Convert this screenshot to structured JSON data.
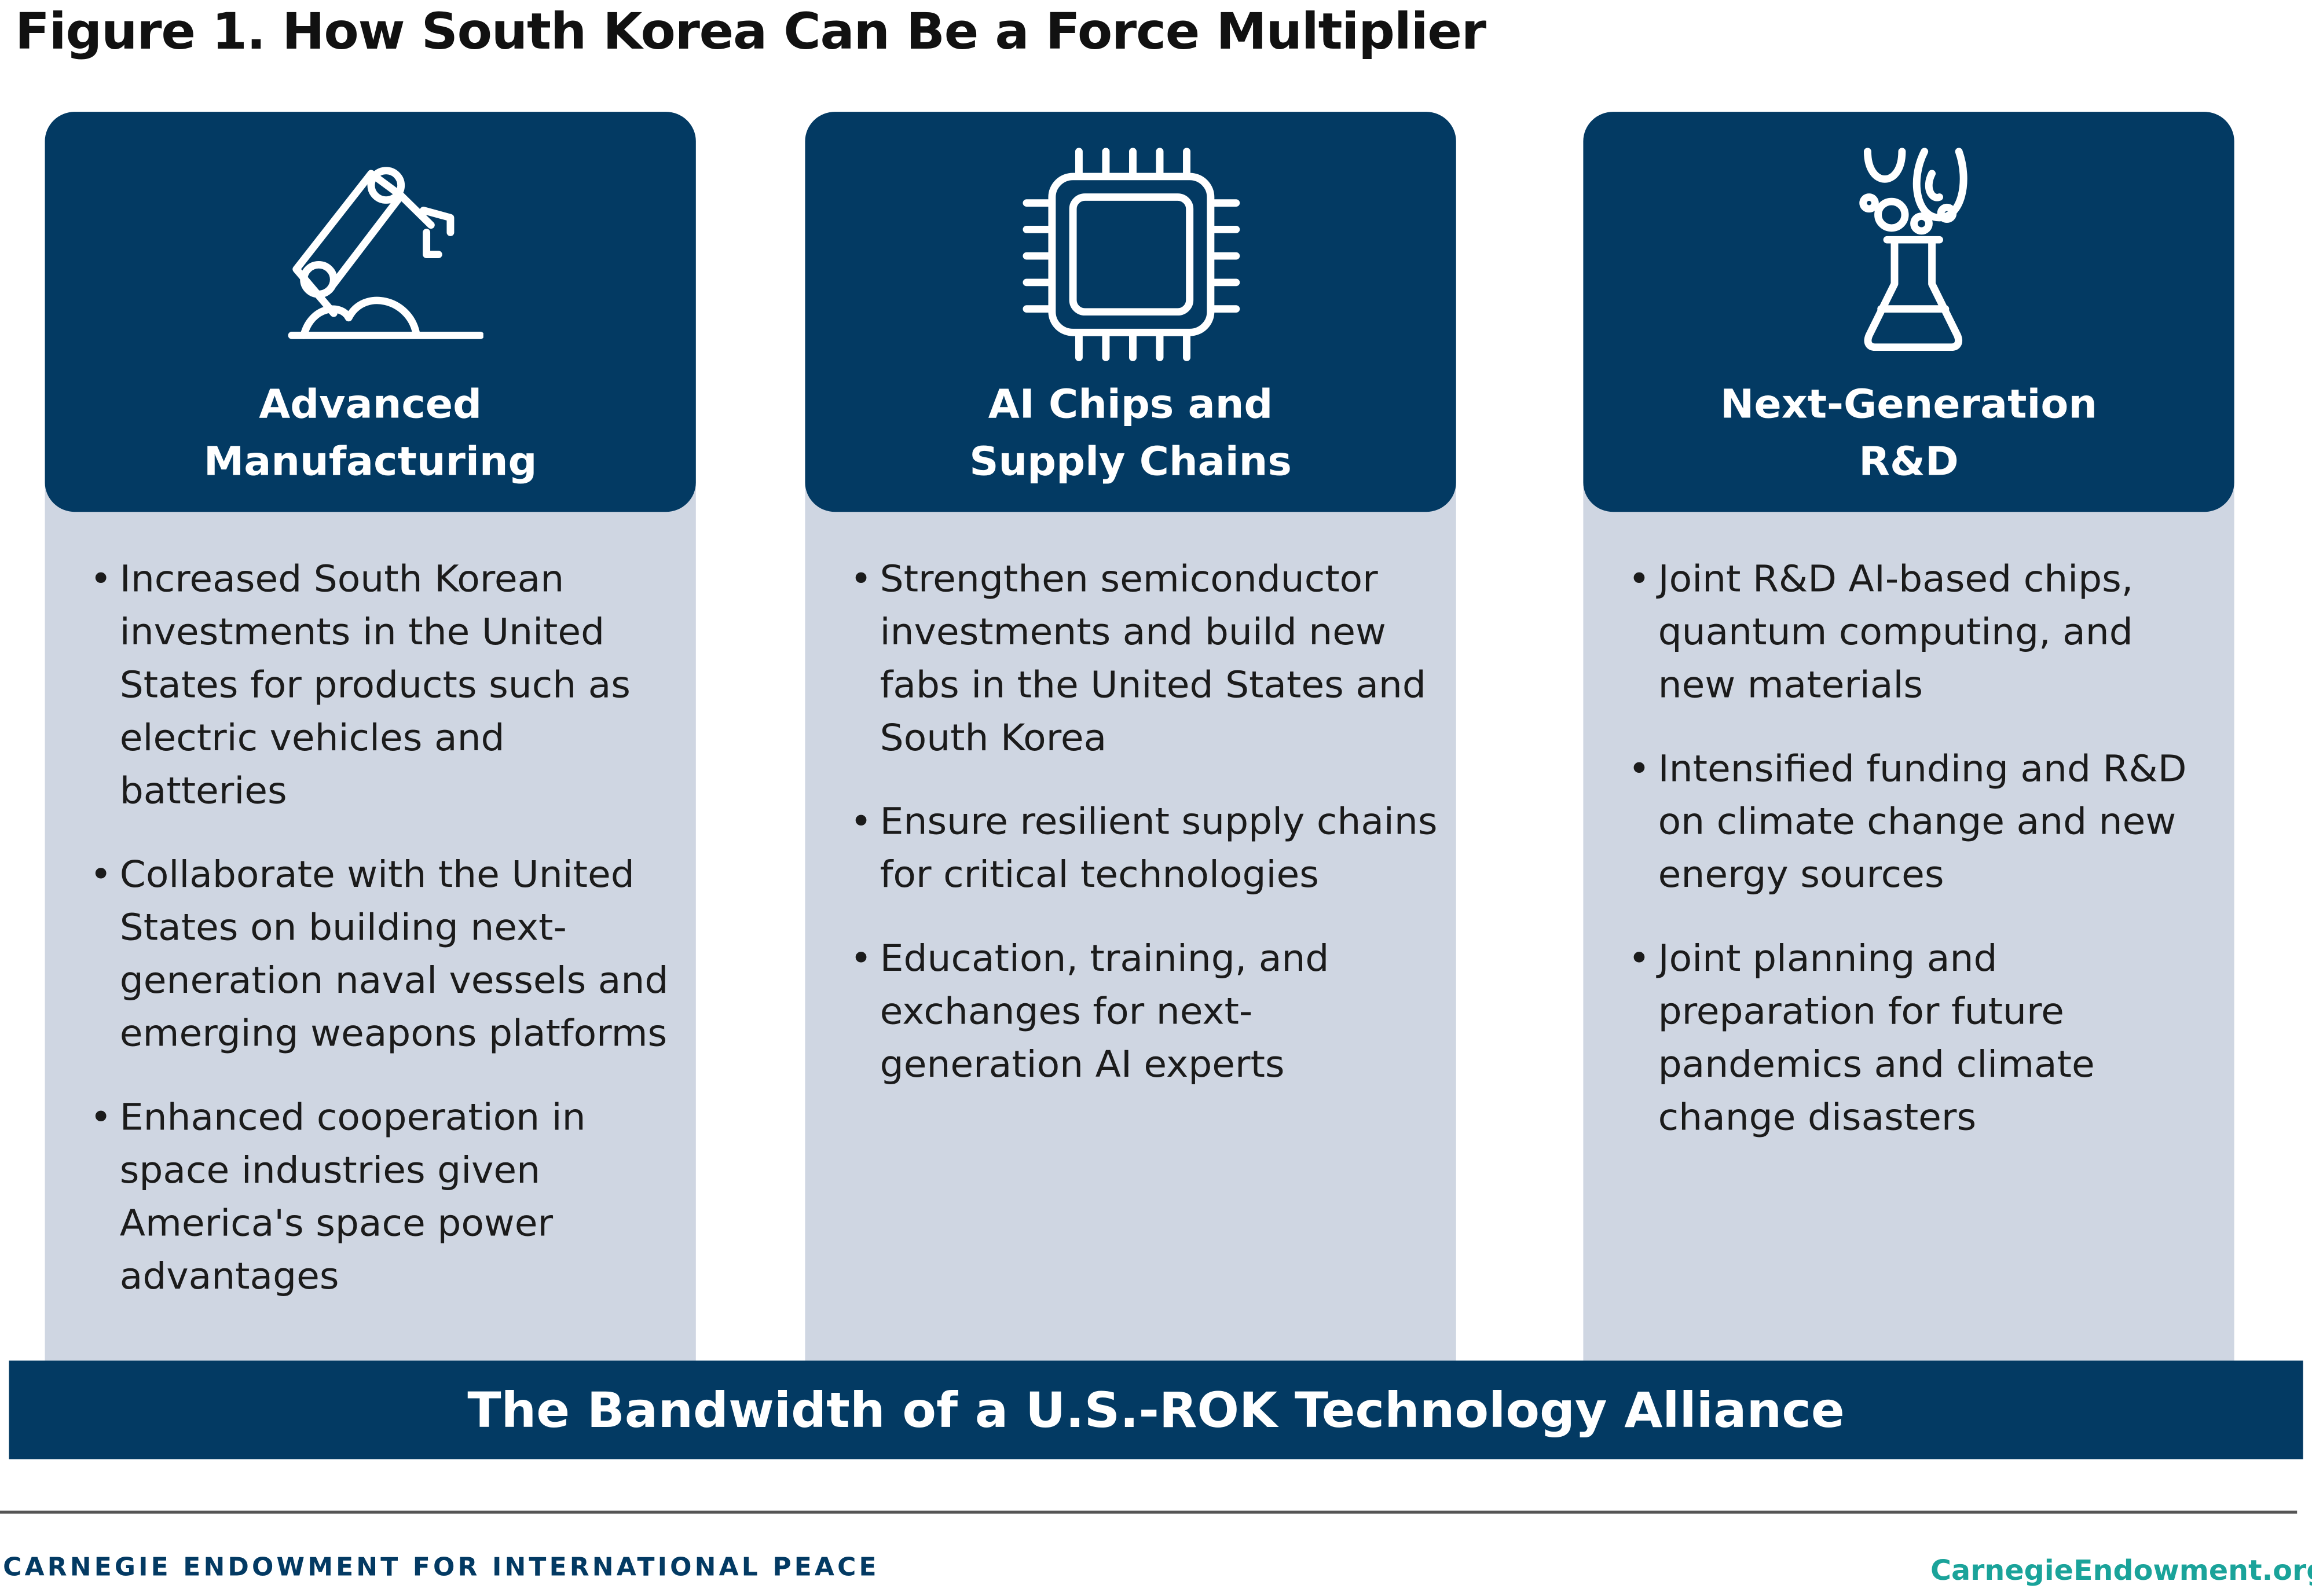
{
  "title": "Figure 1. How South Korea Can Be a Force Multiplier",
  "columns": [
    {
      "icon": "robot-arm-icon",
      "title_line1": "Advanced",
      "title_line2": "Manufacturing",
      "bullets": [
        "Increased South Korean investments in the United States for products such as electric vehicles and batteries",
        "Collaborate with the United States on building next-generation naval vessels and emerging weapons platforms",
        "Enhanced cooperation in space industries given America's space power advantages"
      ]
    },
    {
      "icon": "chip-icon",
      "title_line1": "AI Chips and",
      "title_line2": "Supply Chains",
      "bullets": [
        "Strengthen semiconductor investments and build new fabs in the United States and South Korea",
        "Ensure resilient supply chains for critical technologies",
        "Education, training, and exchanges for next-generation AI experts"
      ]
    },
    {
      "icon": "flask-icon",
      "title_line1": "Next-Generation",
      "title_line2": "R&D",
      "bullets": [
        "Joint R&D AI-based chips, quantum computing, and new materials",
        "Intensified funding and R&D on climate change and new energy sources",
        "Joint planning and preparation for future pandemics and climate change disasters"
      ]
    }
  ],
  "banner": "The Bandwidth of a U.S.-ROK Technology Alliance",
  "footer": {
    "org": "CARNEGIE ENDOWMENT FOR INTERNATIONAL PEACE",
    "url": "CarnegieEndowment.org"
  },
  "colors": {
    "navy": "#033a63",
    "panel": "#cfd6e2",
    "teal": "#1aa39a"
  }
}
